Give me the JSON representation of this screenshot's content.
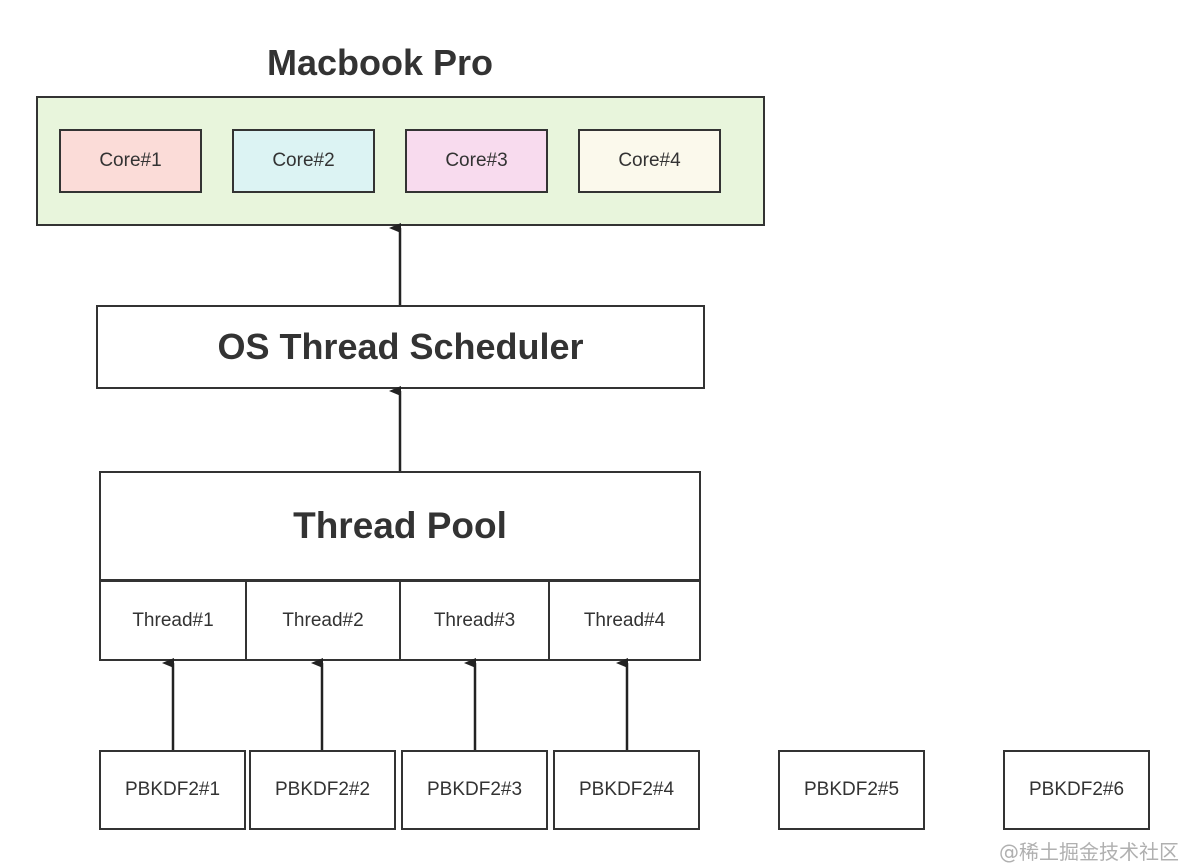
{
  "title": "Macbook Pro",
  "cores": [
    "Core#1",
    "Core#2",
    "Core#3",
    "Core#4"
  ],
  "core_colors": [
    "#fbdcd8",
    "#dcf3f3",
    "#f8dbee",
    "#fbf9ec"
  ],
  "scheduler": "OS Thread Scheduler",
  "thread_pool": "Thread Pool",
  "threads": [
    "Thread#1",
    "Thread#2",
    "Thread#3",
    "Thread#4"
  ],
  "tasks": [
    "PBKDF2#1",
    "PBKDF2#2",
    "PBKDF2#3",
    "PBKDF2#4",
    "PBKDF2#5",
    "PBKDF2#6"
  ],
  "watermark": "@稀土掘金技术社区"
}
